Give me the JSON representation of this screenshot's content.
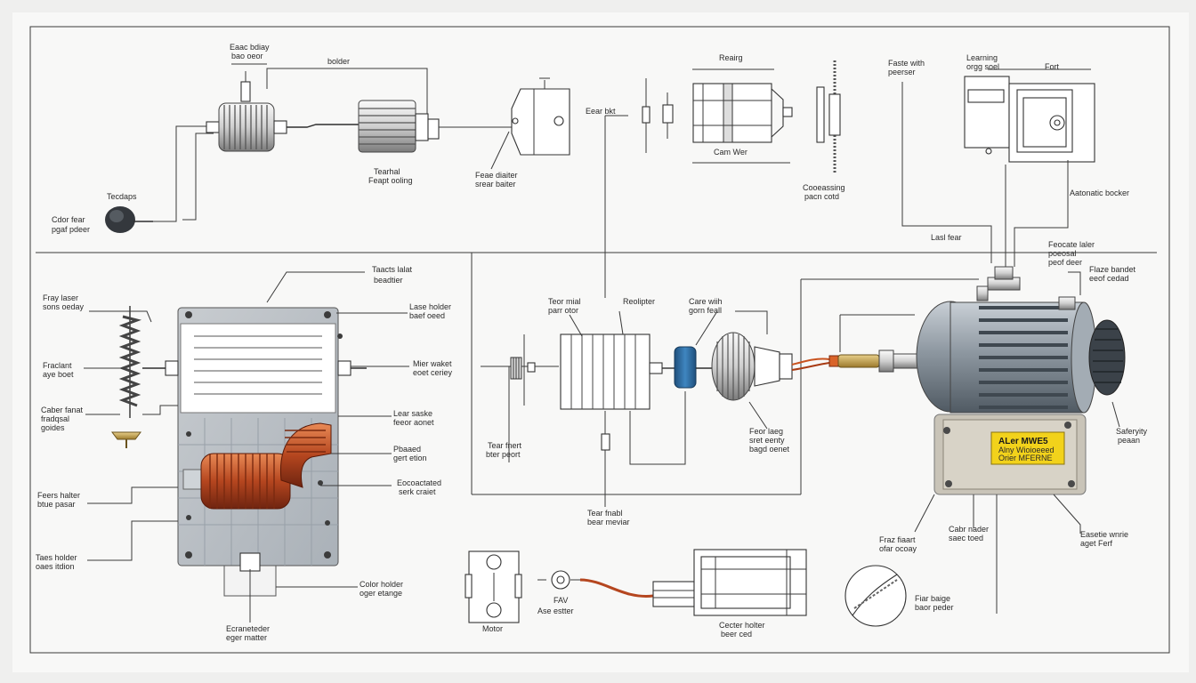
{
  "labels": {
    "top_cable_body": [
      "Eaac bdiay",
      "bao oeor"
    ],
    "top_bolder": "bolder",
    "terminal": "Tecdaps",
    "color_fear": [
      "Cdor fear",
      "pgaf pdeer"
    ],
    "thermal": [
      "Tearhal",
      "Feapt ooling"
    ],
    "fan_shutter": [
      "Feae diaiter",
      "srear baiter"
    ],
    "eear_bikt": "Eear bkt",
    "rearing": "Reairg",
    "cam_war": "Cam Wer",
    "coocoasing": [
      "Cooeassing",
      "pacn cotd"
    ],
    "faste_with": [
      "Faste with",
      "peerser"
    ],
    "learning": [
      "Learning",
      "orgg soel"
    ],
    "fort": "Fort",
    "automatic_bracket": "Aatonatic bocker",
    "last_fear": "Lasl fear",
    "feocate": [
      "Feocate laler",
      "poeosal",
      "peof deer"
    ],
    "flare_bandet": [
      "Flaze bandet",
      "eeof cedad"
    ],
    "safety_pedan": [
      "Saferyity",
      "peaan"
    ],
    "teacts_lalat": [
      "Taacts lalat",
      "beadtier"
    ],
    "fray_laser": [
      "Fray laser",
      "sons oeday"
    ],
    "lase_holder": [
      "Lase holder",
      "baef oeed"
    ],
    "fraclant": [
      "Fraclant",
      "aye boet"
    ],
    "mier_waket": [
      "Mier waket",
      "eoet ceriey"
    ],
    "cabr_farat": [
      "Caber fanat",
      "fradqsal",
      "goides"
    ],
    "lear_saske": [
      "Lear saske",
      "feeor aonet"
    ],
    "pbased": [
      "Pbaaed",
      "gert etion"
    ],
    "ecoactatel": [
      "Eocoactated",
      "serk craiet"
    ],
    "feers_halter": [
      "Feers halter",
      "btue pasar"
    ],
    "taes_holder": [
      "Taes holder",
      "oaes itdion"
    ],
    "color_holder": [
      "Color holder",
      "oger etange"
    ],
    "ecrameteder": [
      "Ecraneteder",
      "eger matter"
    ],
    "tear_mial": [
      "Teor mial",
      "parr otor"
    ],
    "reolipter": "Reolipter",
    "core_with": [
      "Care wiih",
      "gorn feall"
    ],
    "tear_fnert": [
      "Tear fnert",
      "bter peort"
    ],
    "tear_fnabl": [
      "Tear fnabl",
      "bear meviar"
    ],
    "fear_laeg": [
      "Feor laeg",
      "sret eenty",
      "bagd oenet"
    ],
    "frar_fiaart": [
      "Fraz fiaart",
      "ofar ocoay"
    ],
    "cabe_nader": [
      "Cabr nader",
      "saec toed"
    ],
    "fasetia_werie": [
      "Easetie wnrie",
      "aget Ferf"
    ],
    "fiar_baige": [
      "Fiar baige",
      "baor peder"
    ],
    "motor": "Motor",
    "fav": [
      "FAV",
      "Ase estter"
    ],
    "center_holder": [
      "Cecter holter",
      "beer ced"
    ]
  },
  "warning_plate": [
    "ALer MWE5",
    "Alny Wioioeeed",
    "Orier MFERNE"
  ],
  "colors": {
    "paper": "#f7f7f6",
    "line": "#333333",
    "copper": "#b5461f",
    "motor_steel": "#8d97a0",
    "warning_yellow": "#f2d21b",
    "blue_coupling": "#2d6fa6"
  }
}
